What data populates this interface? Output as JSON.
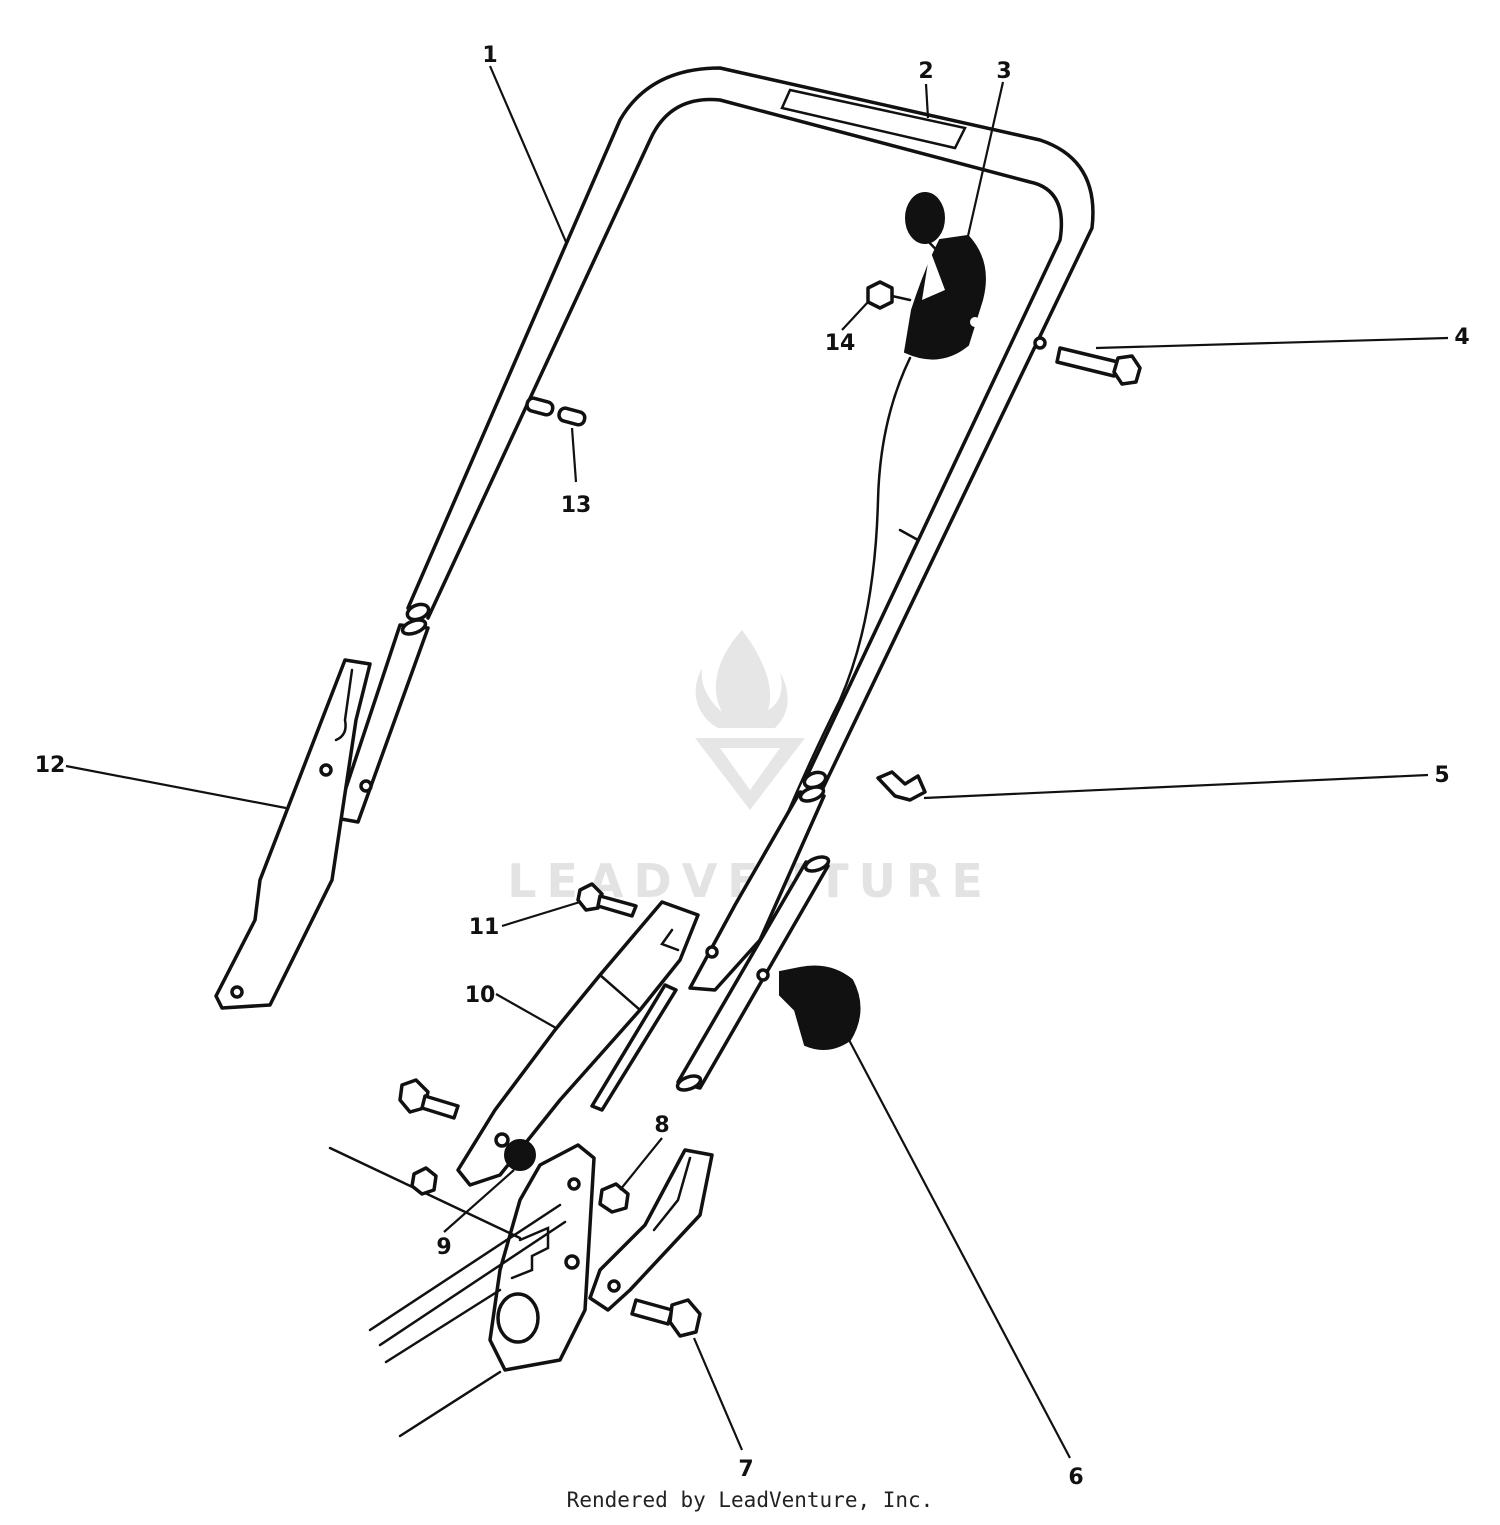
{
  "diagram": {
    "callouts": [
      {
        "id": "c1",
        "text": "1"
      },
      {
        "id": "c2",
        "text": "2"
      },
      {
        "id": "c3",
        "text": "3"
      },
      {
        "id": "c4",
        "text": "4"
      },
      {
        "id": "c5",
        "text": "5"
      },
      {
        "id": "c6",
        "text": "6"
      },
      {
        "id": "c7",
        "text": "7"
      },
      {
        "id": "c8",
        "text": "8"
      },
      {
        "id": "c9",
        "text": "9"
      },
      {
        "id": "c10",
        "text": "10"
      },
      {
        "id": "c11",
        "text": "11"
      },
      {
        "id": "c12",
        "text": "12"
      },
      {
        "id": "c13",
        "text": "13"
      },
      {
        "id": "c14",
        "text": "14"
      }
    ]
  },
  "watermark": {
    "text": "LEADVENTURE"
  },
  "footer": {
    "credit": "Rendered by LeadVenture, Inc."
  },
  "colors": {
    "line": "#111111",
    "background": "#ffffff",
    "watermark": "#e3e3e3"
  }
}
